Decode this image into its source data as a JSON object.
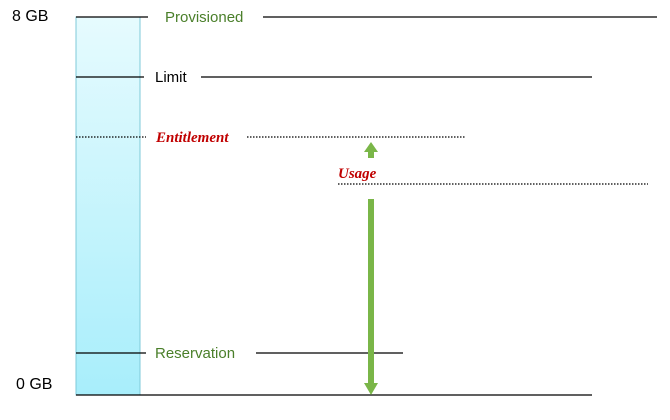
{
  "axis": {
    "top_label": "8 GB",
    "bottom_label": "0 GB"
  },
  "levels": {
    "provisioned": "Provisioned",
    "limit": "Limit",
    "entitlement": "Entitlement",
    "usage": "Usage",
    "reservation": "Reservation"
  },
  "colors": {
    "bar_top": "#e6fbfe",
    "bar_bottom": "#a8eefb",
    "bar_border": "#7fcad8",
    "green_text": "#4a7f2a",
    "red_text": "#c00000",
    "arrow": "#7ab648",
    "line": "#000000"
  },
  "icons": {
    "usage_arrow": "double-headed-vertical-arrow"
  }
}
